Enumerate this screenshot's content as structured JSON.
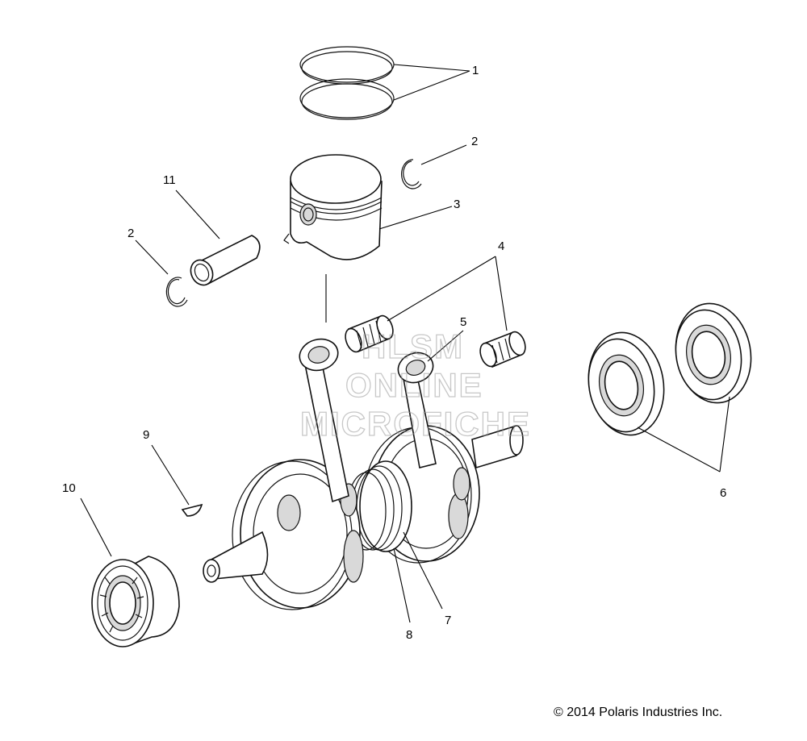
{
  "callouts": {
    "c1": "1",
    "c2a": "2",
    "c2b": "2",
    "c3": "3",
    "c4": "4",
    "c5": "5",
    "c6": "6",
    "c7": "7",
    "c8": "8",
    "c9": "9",
    "c10": "10",
    "c11": "11"
  },
  "watermark": {
    "line1": "HLSM",
    "line2": "ONLINE",
    "line3": "MICROFICHE"
  },
  "copyright": "© 2014 Polaris Industries Inc."
}
